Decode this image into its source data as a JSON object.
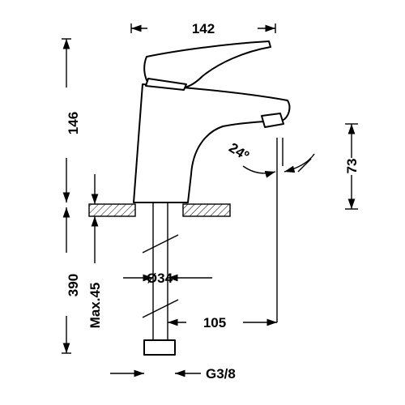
{
  "drawing": {
    "dimensions": {
      "spout_width": "142",
      "total_height": "146",
      "spout_clearance": "73",
      "angle": "24º",
      "below_height": "390",
      "max_thickness": "Max.45",
      "hole_diameter": "Ø34",
      "reach": "105",
      "thread": "G3/8"
    }
  }
}
